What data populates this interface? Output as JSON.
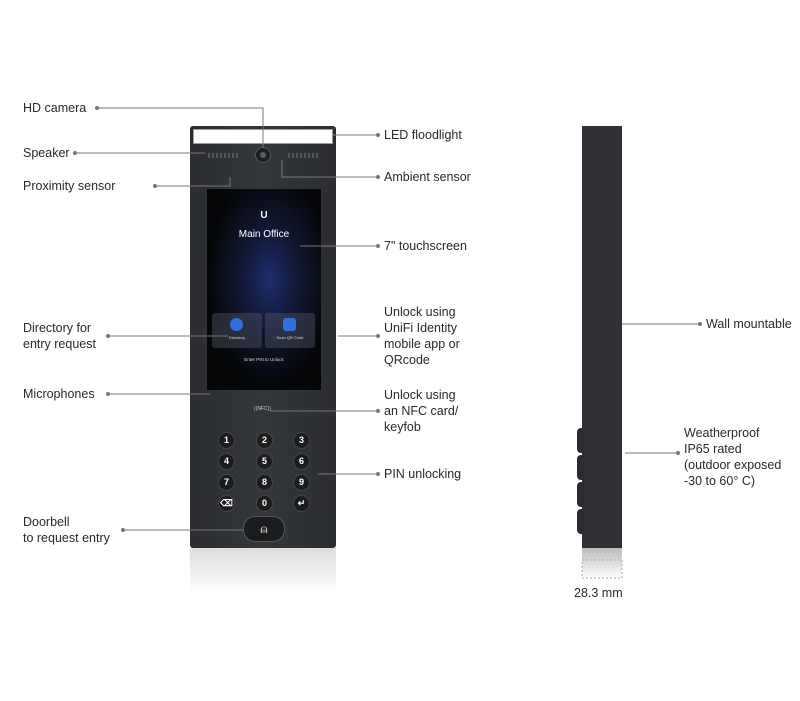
{
  "device_screen": {
    "logo": "U",
    "title": "Main Office",
    "directory_label": "Directory",
    "scan_qr_label": "Scan QR Code",
    "pin_prompt": "Enter PIN to Unlock",
    "nfc_label": "((NFC))"
  },
  "keypad": [
    "1",
    "2",
    "3",
    "4",
    "5",
    "6",
    "7",
    "8",
    "9",
    "⌫",
    "0",
    "↵"
  ],
  "doorbell_glyph": "⍝",
  "labels_left": {
    "hd_camera": "HD camera",
    "speaker": "Speaker",
    "proximity": "Proximity sensor",
    "directory": "Directory for\nentry request",
    "microphones": "Microphones",
    "doorbell": "Doorbell\nto request entry"
  },
  "labels_right": {
    "led": "LED floodlight",
    "ambient": "Ambient sensor",
    "touchscreen": "7\" touchscreen",
    "unlock_app": "Unlock using\nUniFi Identity\nmobile app or\nQRcode",
    "unlock_nfc": "Unlock using\nan NFC card/\nkeyfob",
    "pin": "PIN unlocking"
  },
  "side_labels": {
    "wall": "Wall mountable",
    "weather": "Weatherproof\nIP65 rated\n(outdoor exposed\n-30 to 60° C)",
    "depth": "28.3 mm"
  }
}
